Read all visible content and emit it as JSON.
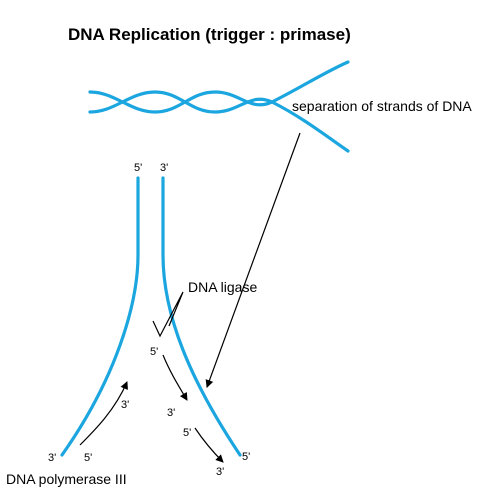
{
  "title": "DNA Replication (trigger : primase)",
  "labels": {
    "separation": "separation of strands of DNA",
    "ligase": "DNA ligase",
    "polymerase": "DNA polymerase III"
  },
  "strand_ends": {
    "top_left": "5'",
    "top_right": "3'",
    "bottom_left": "3'",
    "bottom_right": "5'",
    "leading_start": "5'",
    "leading_end": "3'",
    "fragment_1_start": "5'",
    "fragment_1_end": "3'",
    "fragment_2_start": "5'",
    "fragment_2_end": "3'"
  },
  "colors": {
    "strand": "#1ba6e0",
    "ink": "#000000"
  }
}
